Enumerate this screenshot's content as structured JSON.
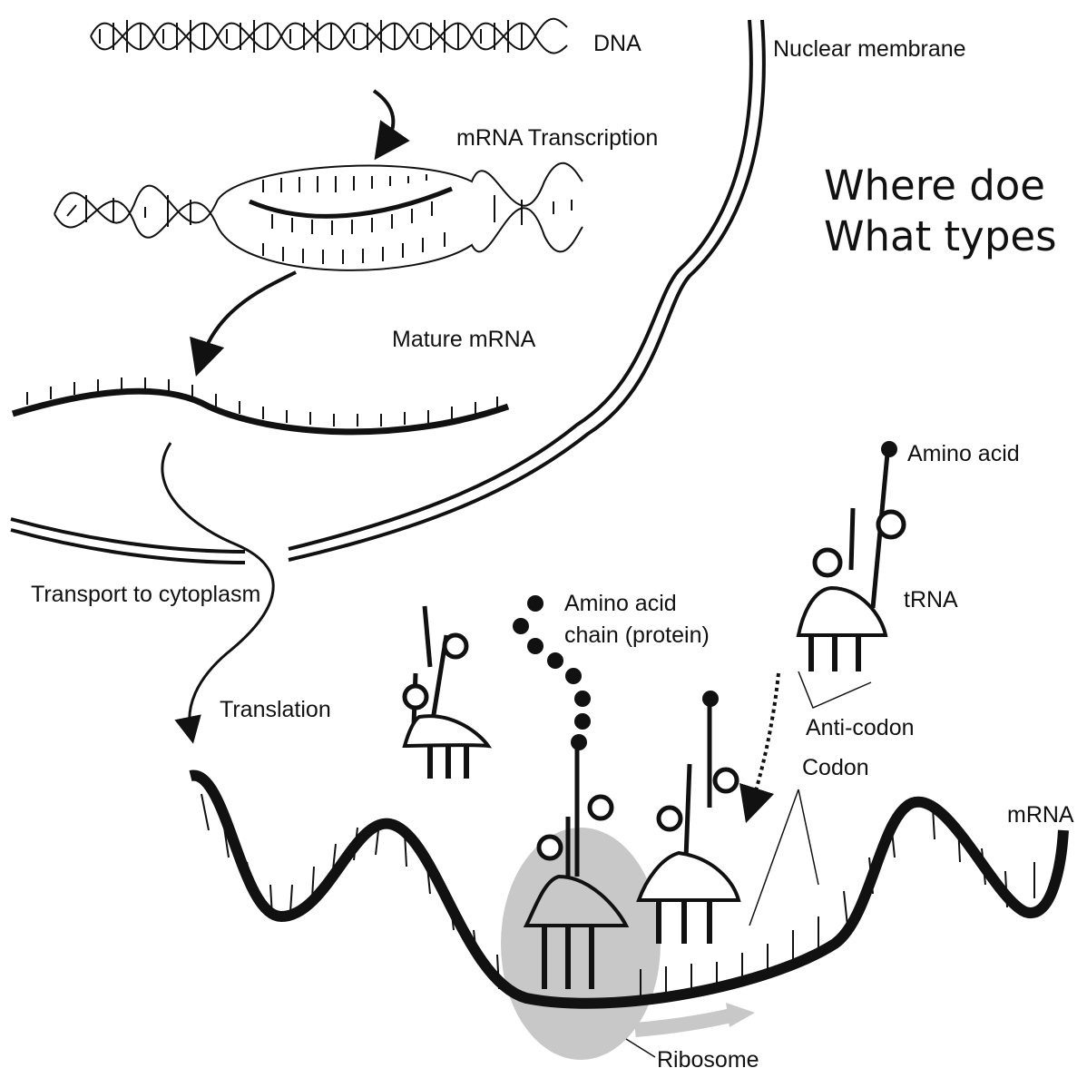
{
  "labels": {
    "dna": "DNA",
    "nuclear_membrane": "Nuclear membrane",
    "mrna_transcription": "mRNA Transcription",
    "mature_mrna": "Mature mRNA",
    "amino_acid": "Amino acid",
    "trna": "tRNA",
    "transport": "Transport to cytoplasm",
    "amino_acid_chain_line1": "Amino acid",
    "amino_acid_chain_line2": "chain (protein)",
    "translation": "Translation",
    "anti_codon": "Anti-codon",
    "codon": "Codon",
    "mrna": "mRNA",
    "ribosome": "Ribosome"
  },
  "questions": [
    "Where doe",
    "What types"
  ],
  "colors": {
    "ink": "#111111",
    "ribosome": "#c8c8c8",
    "background": "#ffffff"
  }
}
